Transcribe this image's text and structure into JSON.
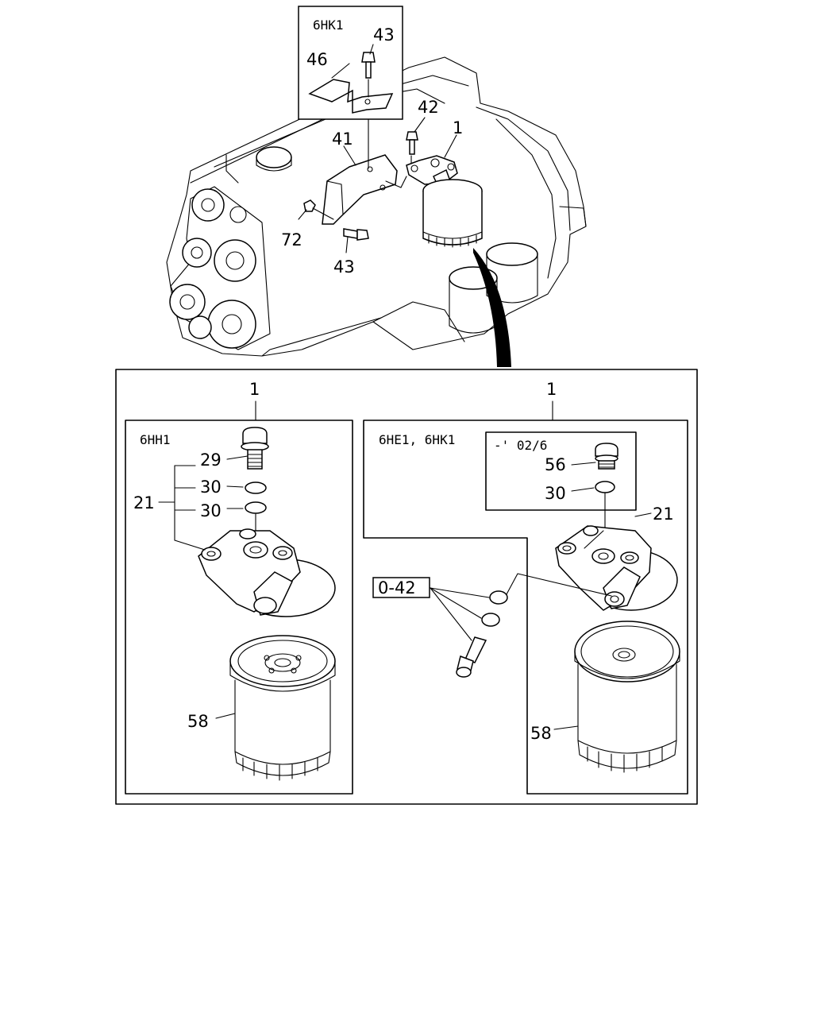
{
  "top_inset": {
    "engine": "6HK1"
  },
  "left_panel": {
    "engine": "6HH1",
    "ref": "1"
  },
  "right_panel": {
    "engine": "6HE1, 6HK1",
    "ref": "1",
    "subset": "-' 02/6"
  },
  "callouts": {
    "n1": "1",
    "n41": "41",
    "n42": "42",
    "n43a": "43",
    "n43b": "43",
    "n46": "46",
    "n72": "72",
    "l29": "29",
    "l30a": "30",
    "l30b": "30",
    "l21": "21",
    "l58": "58",
    "r56": "56",
    "r30": "30",
    "r21": "21",
    "r58": "58",
    "r042": "0-42"
  }
}
